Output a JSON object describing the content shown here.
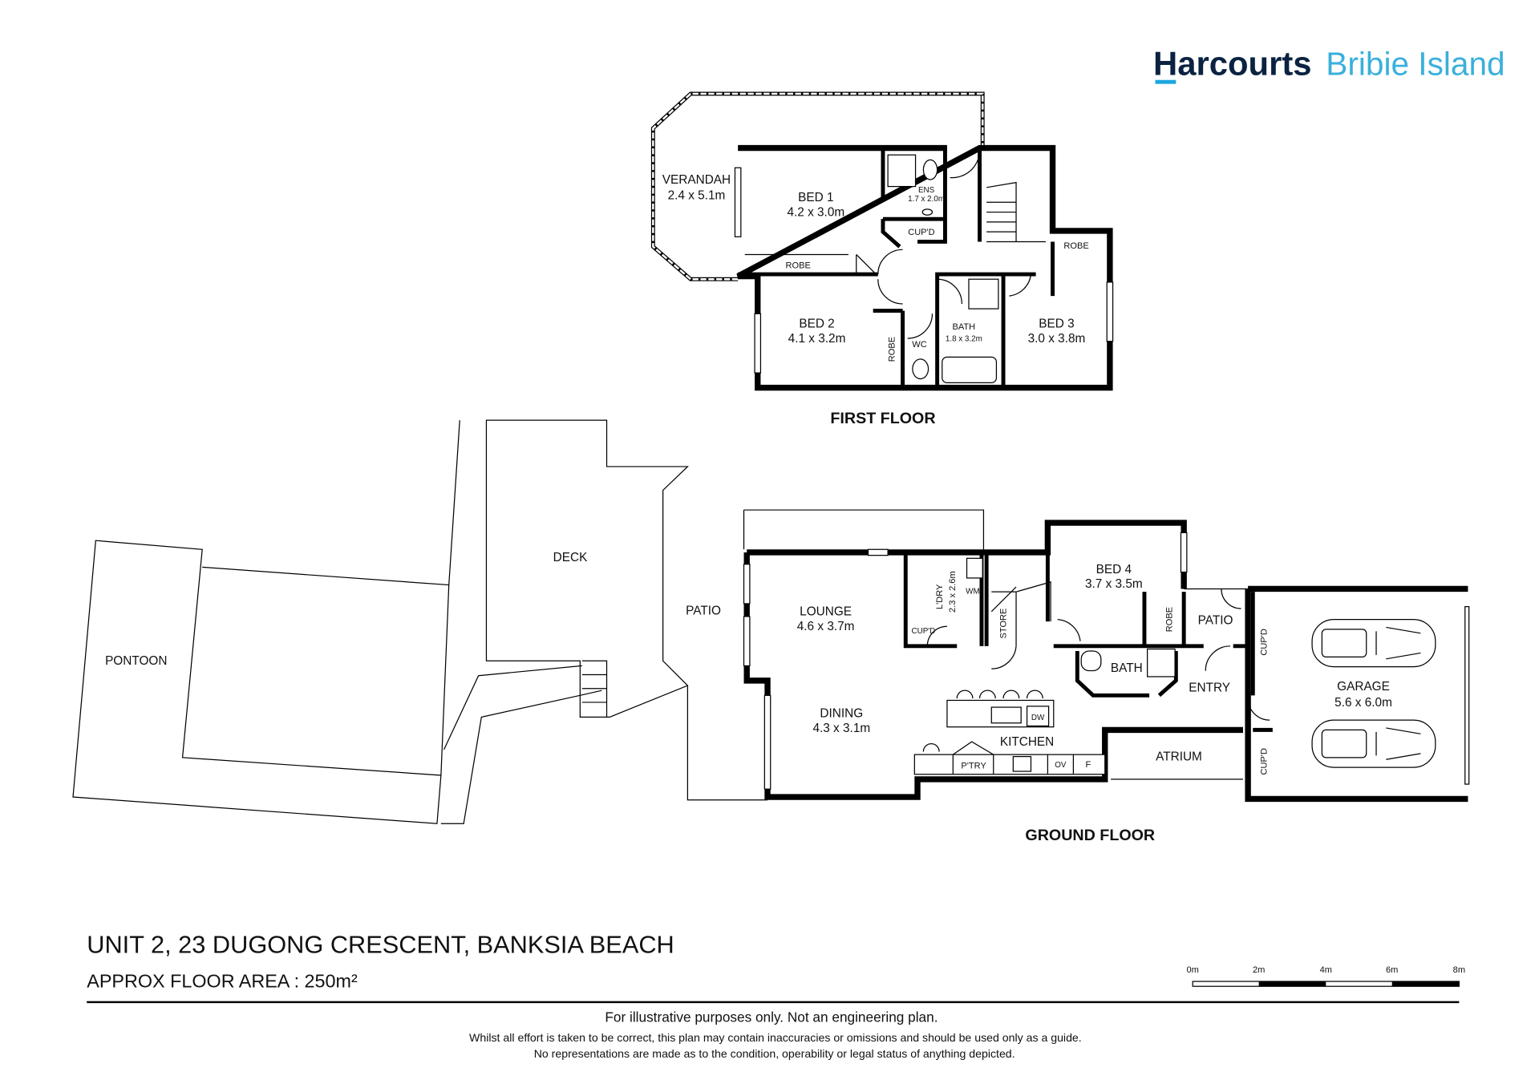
{
  "logo": {
    "brand": "Harcourts",
    "office": "Bribie Island",
    "brand_color": "#0b2341",
    "office_color": "#3ab0dc",
    "accent_color": "#1ba6e0"
  },
  "first_floor": {
    "title": "FIRST FLOOR",
    "rooms": {
      "verandah": {
        "name": "VERANDAH",
        "size": "2.4 x 5.1m"
      },
      "bed1": {
        "name": "BED 1",
        "size": "4.2 x 3.0m"
      },
      "ens": {
        "name": "ENS",
        "size": "1.7 x 2.0m"
      },
      "cupd": {
        "name": "CUP'D"
      },
      "robe1": {
        "name": "ROBE"
      },
      "robe3": {
        "name": "ROBE"
      },
      "bed2": {
        "name": "BED 2",
        "size": "4.1 x 3.2m"
      },
      "robe2": {
        "name": "ROBE"
      },
      "wc": {
        "name": "WC"
      },
      "bath": {
        "name": "BATH",
        "size": "1.8 x 3.2m"
      },
      "bed3": {
        "name": "BED 3",
        "size": "3.0 x 3.8m"
      }
    }
  },
  "ground_floor": {
    "title": "GROUND FLOOR",
    "rooms": {
      "pontoon": {
        "name": "PONTOON"
      },
      "deck": {
        "name": "DECK"
      },
      "patio_w": {
        "name": "PATIO"
      },
      "lounge": {
        "name": "LOUNGE",
        "size": "4.6 x 3.7m"
      },
      "dining": {
        "name": "DINING",
        "size": "4.3 x 3.1m"
      },
      "ldry": {
        "name": "L'DRY",
        "size": "2.3 x 2.6m"
      },
      "ldry_cupd": {
        "name": "CUP'D"
      },
      "wm": {
        "name": "WM"
      },
      "store": {
        "name": "STORE"
      },
      "bed4": {
        "name": "BED 4",
        "size": "3.7 x 3.5m"
      },
      "robe4": {
        "name": "ROBE"
      },
      "bath": {
        "name": "BATH"
      },
      "patio_e": {
        "name": "PATIO"
      },
      "entry": {
        "name": "ENTRY"
      },
      "kitchen": {
        "name": "KITCHEN"
      },
      "dw": {
        "name": "DW"
      },
      "ptry": {
        "name": "P'TRY"
      },
      "ov": {
        "name": "OV"
      },
      "fridge": {
        "name": "F"
      },
      "atrium": {
        "name": "ATRIUM"
      },
      "garage": {
        "name": "GARAGE",
        "size": "5.6 x 6.0m"
      },
      "garage_cupd1": {
        "name": "CUP'D"
      },
      "garage_cupd2": {
        "name": "CUP'D"
      }
    }
  },
  "footer": {
    "address": "UNIT 2, 23 DUGONG CRESCENT, BANKSIA BEACH",
    "area_label": "APPROX FLOOR AREA  :  250m²",
    "scale_ticks": [
      "0m",
      "2m",
      "4m",
      "6m",
      "8m"
    ],
    "disclaimer_1": "For illustrative purposes only. Not an engineering plan.",
    "disclaimer_2": "Whilst all effort is taken to be correct, this plan may contain inaccuracies or omissions and should be used only as a guide.",
    "disclaimer_3": "No representations are made as to the condition, operability or legal status of anything depicted."
  }
}
